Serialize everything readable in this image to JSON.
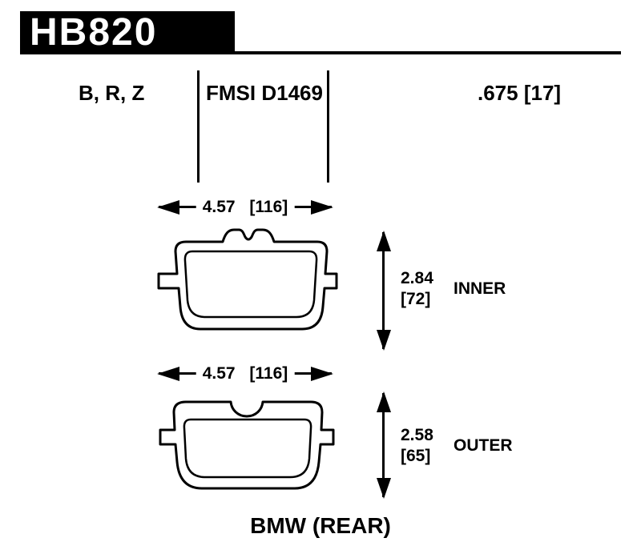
{
  "header": {
    "part_number": "HB820"
  },
  "specs": {
    "compounds": "B, R, Z",
    "fmsi": "FMSI D1469",
    "pad_thickness": ".675 [17]"
  },
  "inner_pad": {
    "width": "4.57 [116]",
    "height_in": "2.84",
    "height_mm": "[72]",
    "label": "INNER"
  },
  "outer_pad": {
    "width": "4.57 [116]",
    "height_in": "2.58",
    "height_mm": "[65]",
    "label": "OUTER"
  },
  "footer": {
    "application": "BMW (REAR)"
  },
  "colors": {
    "ink": "#000000",
    "paper": "#ffffff"
  }
}
